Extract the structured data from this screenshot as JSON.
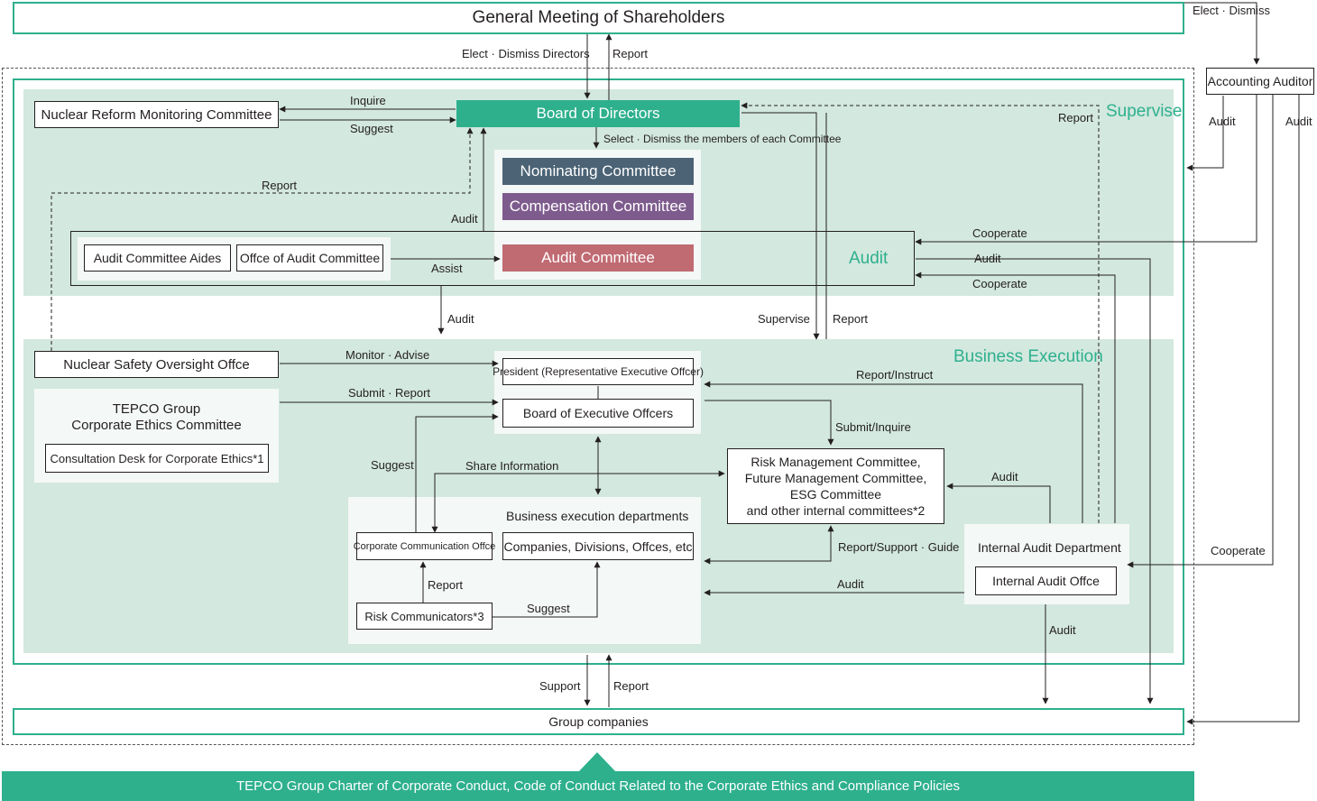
{
  "shareholders": "General Meeting of Shareholders",
  "accounting_auditor": "Accounting Auditor",
  "board_of_directors": "Board of Directors",
  "nuclear_reform": "Nuclear Reform Monitoring Committee",
  "nominating": "Nominating Committee",
  "compensation": "Compensation Committee",
  "audit_committee": "Audit Committee",
  "audit_aides": "Audit Committee Aides",
  "audit_office": "Offce of Audit Committee",
  "zone_supervise": "Supervise",
  "zone_audit": "Audit",
  "zone_business": "Business Execution",
  "nuclear_safety": "Nuclear Safety Oversight Offce",
  "ethics_committee": "TEPCO Group\nCorporate Ethics Committee",
  "consultation_desk": "Consultation Desk for Corporate Ethics*1",
  "president": "President (Representative Executive Offcer)",
  "exec_officers": "Board of Executive Offcers",
  "risk_mgmt": "Risk Management Committee,\nFuture Management Committee,\nESG Committee\nand other internal committees*2",
  "business_depts": "Business execution departments",
  "corp_comm": "Corporate Communication Offce",
  "companies": "Companies, Divisions, Offces, etc",
  "risk_communicators": "Risk Communicators*3",
  "internal_audit_dept": "Internal Audit Department",
  "internal_audit_office": "Internal Audit Offce",
  "group_companies": "Group companies",
  "charter": "TEPCO Group Charter of Corporate Conduct, Code of Conduct Related to the Corporate Ethics and Compliance Policies",
  "labels": {
    "elect_dismiss": "Elect · Dismiss",
    "elect_dismiss_directors": "Elect · Dismiss Directors",
    "report": "Report",
    "inquire": "Inquire",
    "suggest": "Suggest",
    "select_dismiss": "Select · Dismiss the members of each Committee",
    "audit": "Audit",
    "cooperate": "Cooperate",
    "assist": "Assist",
    "supervise": "Supervise",
    "monitor_advise": "Monitor · Advise",
    "submit_report": "Submit · Report",
    "report_instruct": "Report/Instruct",
    "submit_inquire": "Submit/Inquire",
    "share_information": "Share Information",
    "report_support_guide": "Report/Support · Guide",
    "support": "Support"
  }
}
